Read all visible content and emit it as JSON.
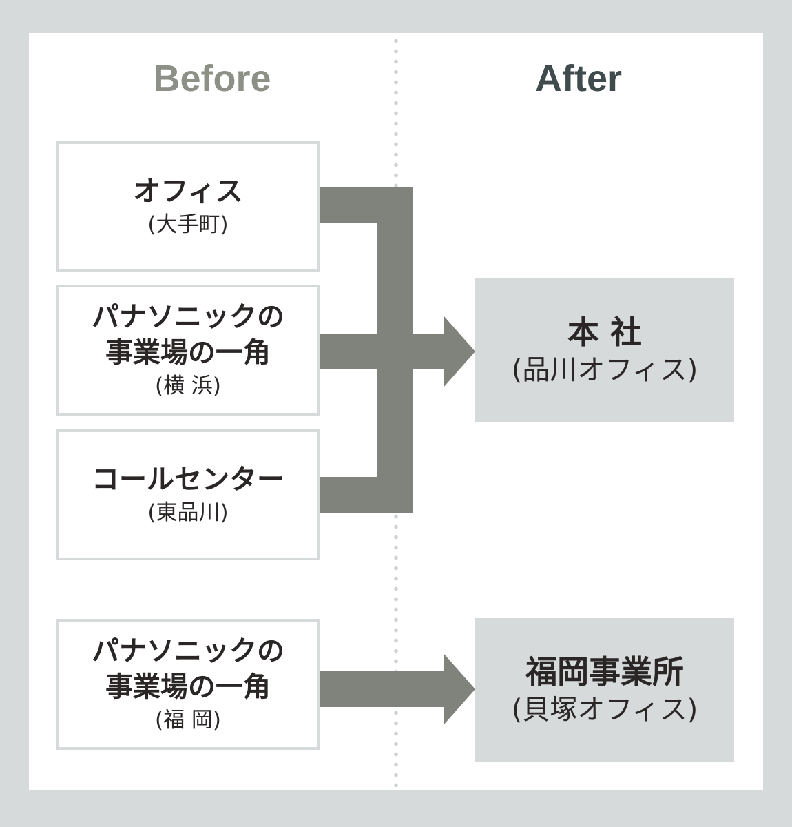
{
  "headings": {
    "before": "Before",
    "after": "After"
  },
  "before_boxes": [
    {
      "title": "オフィス",
      "location": "(大手町)"
    },
    {
      "title_line1": "パナソニックの",
      "title_line2": "事業場の一角",
      "location": "(横 浜)"
    },
    {
      "title": "コールセンター",
      "location": "(東品川)"
    },
    {
      "title_line1": "パナソニックの",
      "title_line2": "事業場の一角",
      "location": "(福 岡)"
    }
  ],
  "after_boxes": [
    {
      "title": "本 社",
      "location": "(品川オフィス)"
    },
    {
      "title": "福岡事業所",
      "location": "(貝塚オフィス)"
    }
  ],
  "colors": {
    "background": "#d6dadb",
    "panel": "#ffffff",
    "connector": "#7f837c",
    "before_heading": "#8c9087",
    "after_heading": "#3f4b4d",
    "text": "#2a2626"
  }
}
